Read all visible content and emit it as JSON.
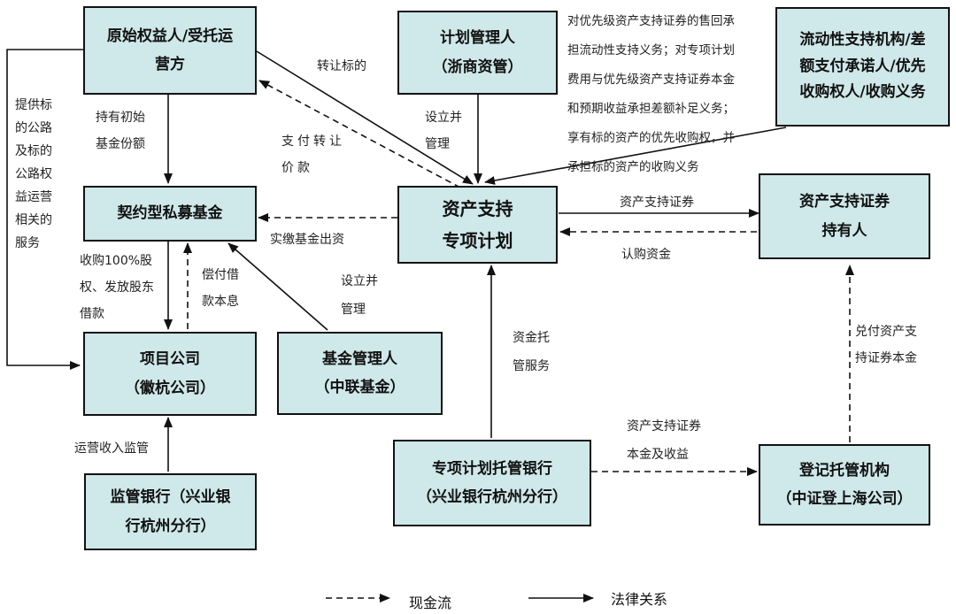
{
  "nodes": {
    "originator": {
      "line1": "原始权益人/受托运",
      "line2": "营方"
    },
    "plan_manager": {
      "line1": "计划管理人",
      "line2": "（浙商资管）"
    },
    "liquidity": {
      "line1": "流动性支持机构/差",
      "line2": "额支付承诺人/优先",
      "line3": "收购权人/收购义务"
    },
    "fund": {
      "line1": "契约型私募基金"
    },
    "abs_plan": {
      "line1": "资产支持",
      "line2": "专项计划"
    },
    "holders": {
      "line1": "资产支持证券",
      "line2": "持有人"
    },
    "project_co": {
      "line1": "项目公司",
      "line2": "（徽杭公司）"
    },
    "fund_manager": {
      "line1": "基金管理人",
      "line2": "（中联基金）"
    },
    "custodian": {
      "line1": "专项计划托管银行",
      "line2": "（兴业银行杭州分行）"
    },
    "registry": {
      "line1": "登记托管机构",
      "line2": "（中证登上海公司）"
    },
    "supervisor": {
      "line1": "监管银行（兴业银",
      "line2": "行杭州分行）"
    }
  },
  "labels": {
    "provide": "提供标\n的公路\n及标的\n公路权\n益运营\n相关的\n服务",
    "hold_initial": "持有初始\n基金份额",
    "transfer": "转让标的",
    "pay_transfer": "支付转让\n价款",
    "establish_manage_1": "设立并\n管理",
    "liquidity_duties": "对优先级资产支持证券的售回承\n担流动性支持义务；对专项计划\n费用与优先级资产支持证券本金\n和预期收益承担差额补足义务；\n享有标的资产的优先收购权，并\n承担标的资产的收购义务",
    "securities": "资产支持证券",
    "subscription": "认购资金",
    "paid_in": "实缴基金出资",
    "acquire": "收购100%股\n权、发放股东\n借款",
    "repay": "偿付借\n款本息",
    "establish_manage_2": "设立并\n管理",
    "custody_service": "资金托\n管服务",
    "redeem": "兑付资产支\n持证券本金",
    "principal_income": "资产支持证券\n本金及收益",
    "revenue_supervise": "运营收入监管"
  },
  "legend": {
    "cash_flow": "现金流",
    "legal": "法律关系"
  }
}
